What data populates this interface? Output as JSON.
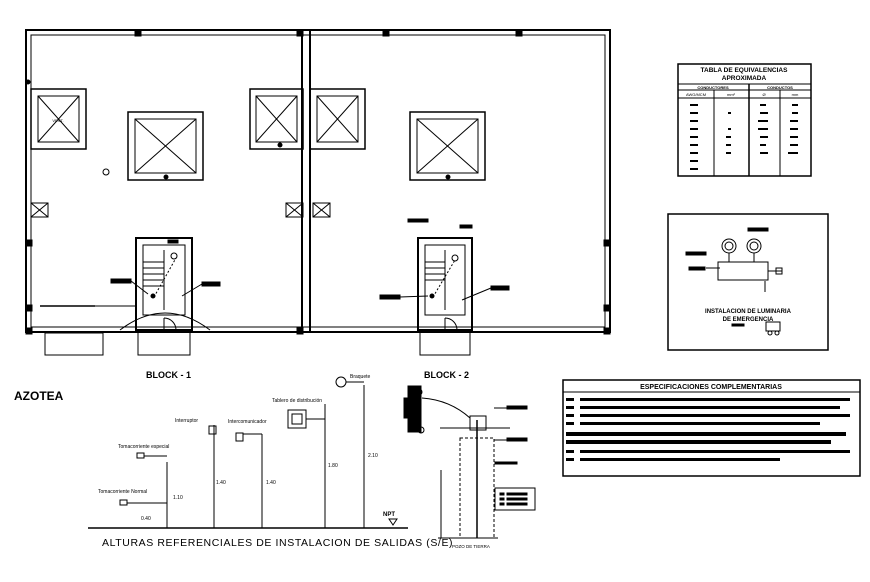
{
  "blocks": {
    "block1": "BLOCK - 1",
    "block2": "BLOCK - 2",
    "vent_label": "VENT."
  },
  "azotea": "AZOTEA",
  "equivalence_table": {
    "title_line1": "TABLA DE EQUIVALENCIAS",
    "title_line2": "APROXIMADA",
    "group1": "CONDUCTORES",
    "group2": "CONDUCTOS",
    "col1": "AWG/MCM",
    "col2": "mm²",
    "col3": "Ø",
    "col4": "mm"
  },
  "emergency": {
    "line1": "INSTALACION DE LUMINARIA",
    "line2": "DE EMERGENCIA"
  },
  "specs": {
    "title": "ESPECIFICACIONES COMPLEMENTARIAS"
  },
  "heights": {
    "title": "ALTURAS REFERENCIALES DE INSTALACION DE SALIDAS (S/E)",
    "items": [
      {
        "label": "Tomacorriente Normal",
        "value": "0.40"
      },
      {
        "label": "Tomacorriente especial",
        "value": "1.10"
      },
      {
        "label": "Interruptor",
        "value": "1.40"
      },
      {
        "label": "Intercomunicador",
        "value": "1.40"
      },
      {
        "label": "Tablero de distribución",
        "value": "1.80"
      },
      {
        "label": "Braquete",
        "value": "2.10"
      }
    ],
    "npt": "NPT"
  },
  "pozo": "POZO DE TIERRA",
  "colors": {
    "ink": "#000000",
    "paper": "#ffffff"
  }
}
